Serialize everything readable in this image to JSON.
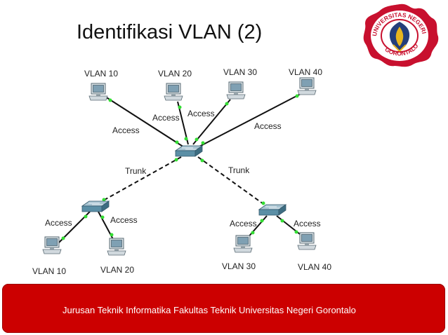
{
  "slide": {
    "title": "Identifikasi VLAN (2)",
    "footer": "Jurusan Teknik Informatika Fakultas Teknik Universitas Negeri Gorontalo"
  },
  "logo": {
    "seal_text": "UNIVERSITAS NEGERI GORONTALO"
  },
  "diagram": {
    "pc_labels": [
      "VLAN 10",
      "VLAN 20",
      "VLAN 30",
      "VLAN 40",
      "VLAN 10",
      "VLAN 20",
      "VLAN 30",
      "VLAN 40"
    ],
    "link_labels": [
      "Access",
      "Access",
      "Access",
      "Access",
      "Trunk",
      "Trunk",
      "Access",
      "Access",
      "Access",
      "Access"
    ]
  },
  "colors": {
    "footer": "#cc0000",
    "link_dot": "#33dd33",
    "switch": "#5b8fa6"
  }
}
